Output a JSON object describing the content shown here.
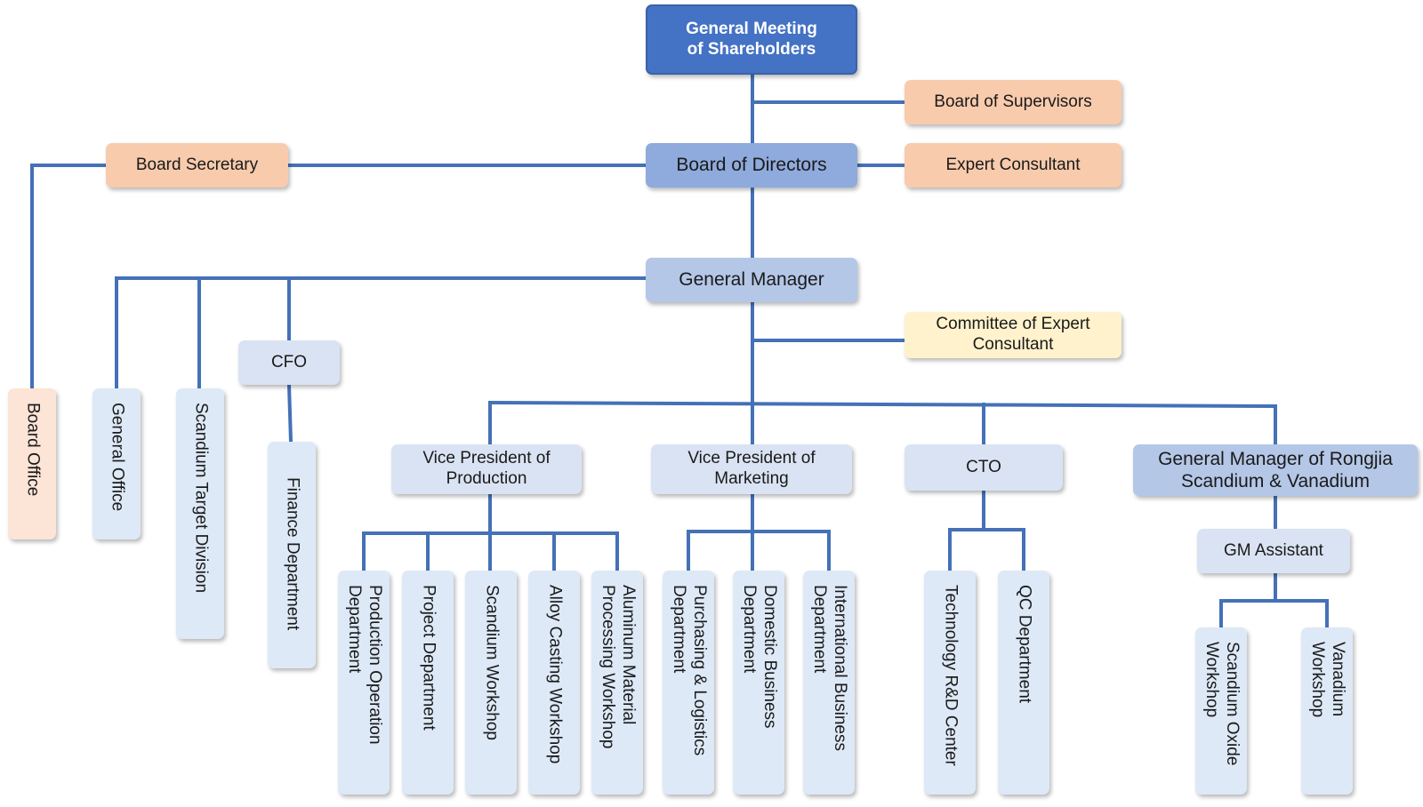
{
  "colors": {
    "line": "#4471b7",
    "dark_blue": "#4472c4",
    "mid_blue": "#8faadc",
    "light_blue": "#b4c7e7",
    "pale_blue": "#dae3f3",
    "orange": "#f8cbad",
    "yellow": "#fff2cc",
    "vertical_blue": "#dde9f7",
    "vertical_orange": "#fce4d6"
  },
  "nodes": {
    "general_meeting": "General Meeting\nof Shareholders",
    "board_of_supervisors": "Board of Supervisors",
    "board_secretary": "Board Secretary",
    "board_of_directors": "Board of Directors",
    "expert_consultant": "Expert Consultant",
    "general_manager": "General Manager",
    "committee_expert": "Committee of Expert\nConsultant",
    "cfo": "CFO",
    "board_office": "Board Office",
    "general_office": "General Office",
    "scandium_target_division": "Scandium Target Division",
    "finance_department": "Finance Department",
    "vp_production": "Vice President of\nProduction",
    "vp_marketing": "Vice President of\nMarketing",
    "cto": "CTO",
    "gm_rongjia": "General Manager of Rongjia\nScandium & Vanadium",
    "gm_assistant": "GM Assistant",
    "production_operation": "Production Operation\nDepartment",
    "project_department": "Project Department",
    "scandium_workshop": "Scandium Workshop",
    "alloy_casting": "Alloy Casting Workshop",
    "aluminum_material": "Aluminum Material\nProcessing Workshop",
    "purchasing_logistics": "Purchasing & Logistics\nDepartment",
    "domestic_business": "Domestic Business\nDepartment",
    "international_business": "International Business\nDepartment",
    "technology_rd": "Technology R&D Center",
    "qc_department": "QC Department",
    "scandium_oxide": "Scandium Oxide\nWorkshop",
    "vanadium_workshop": "Vanadium\nWorkshop"
  }
}
